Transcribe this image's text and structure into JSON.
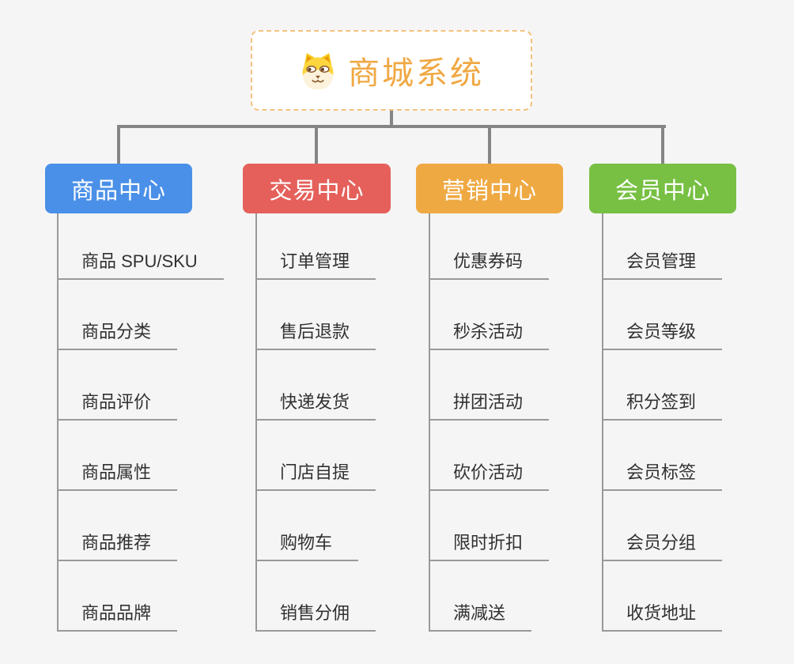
{
  "root": {
    "title": "商城系统",
    "icon": "doge-face-icon"
  },
  "branches": [
    {
      "label": "商品中心",
      "color": "#4a90e8",
      "items": [
        "商品 SPU/SKU",
        "商品分类",
        "商品评价",
        "商品属性",
        "商品推荐",
        "商品品牌"
      ]
    },
    {
      "label": "交易中心",
      "color": "#e5605b",
      "items": [
        "订单管理",
        "售后退款",
        "快递发货",
        "门店自提",
        "购物车",
        "销售分佣"
      ]
    },
    {
      "label": "营销中心",
      "color": "#efa943",
      "items": [
        "优惠券码",
        "秒杀活动",
        "拼团活动",
        "砍价活动",
        "限时折扣",
        "满减送"
      ]
    },
    {
      "label": "会员中心",
      "color": "#77c043",
      "items": [
        "会员管理",
        "会员等级",
        "积分签到",
        "会员标签",
        "会员分组",
        "收货地址"
      ]
    }
  ],
  "colors": {
    "background": "#f5f5f5",
    "connector": "#858585",
    "leaf_line": "#999999",
    "root_text": "#f0a843",
    "root_border": "#f2c27e",
    "leaf_text": "#313131"
  }
}
